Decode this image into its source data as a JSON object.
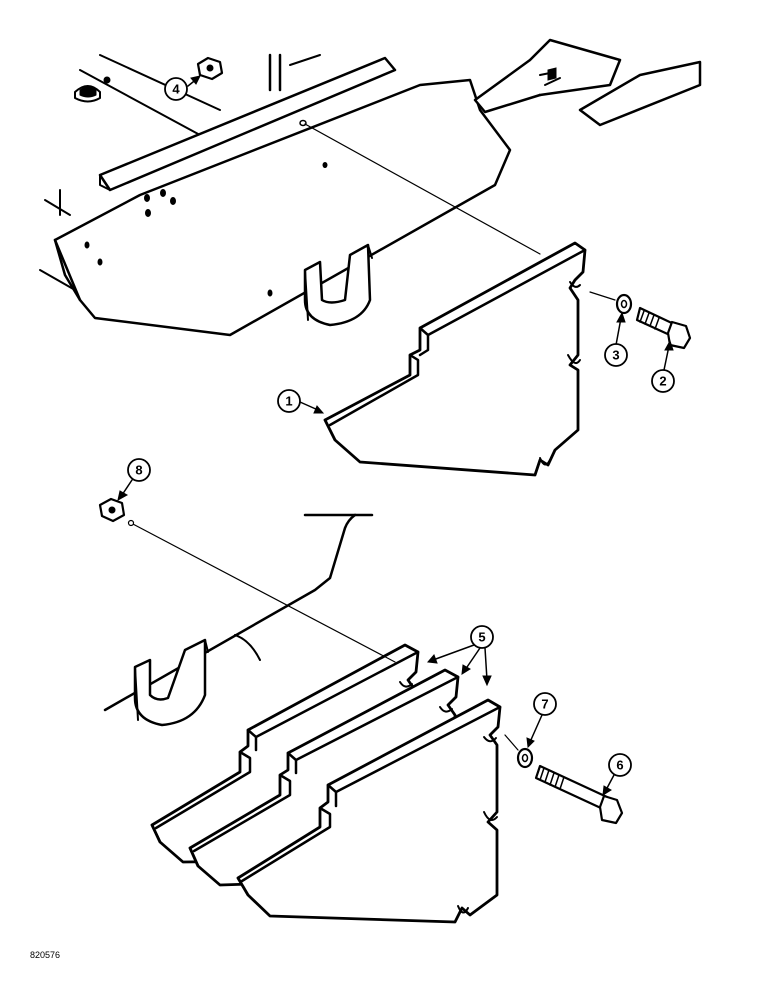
{
  "callouts": [
    {
      "id": "1",
      "label": "1"
    },
    {
      "id": "2",
      "label": "2"
    },
    {
      "id": "3",
      "label": "3"
    },
    {
      "id": "4",
      "label": "4"
    },
    {
      "id": "5",
      "label": "5"
    },
    {
      "id": "6",
      "label": "6"
    },
    {
      "id": "7",
      "label": "7"
    },
    {
      "id": "8",
      "label": "8"
    }
  ],
  "figure_id": "820576"
}
